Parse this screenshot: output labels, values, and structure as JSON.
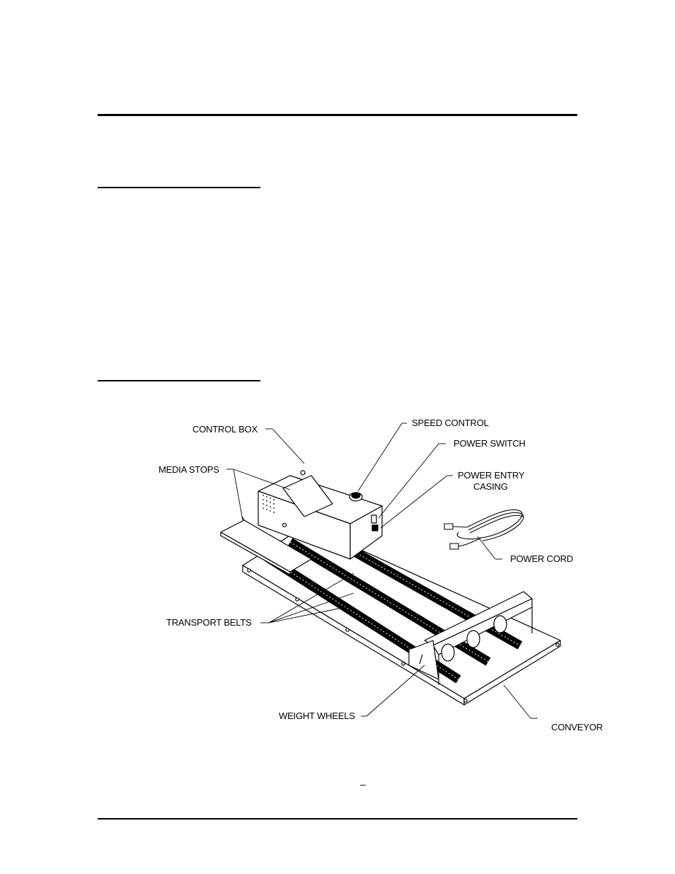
{
  "figure": {
    "labels": {
      "control_box": "CONTROL BOX",
      "media_stops": "MEDIA STOPS",
      "speed_control": "SPEED CONTROL",
      "power_switch": "POWER SWITCH",
      "power_entry": "POWER ENTRY",
      "casing": "CASING",
      "power_cord": "POWER CORD",
      "transport_belts": "TRANSPORT BELTS",
      "weight_wheels": "WEIGHT WHEELS",
      "conveyor": "CONVEYOR"
    }
  },
  "footer": {
    "page_mark": "–"
  }
}
